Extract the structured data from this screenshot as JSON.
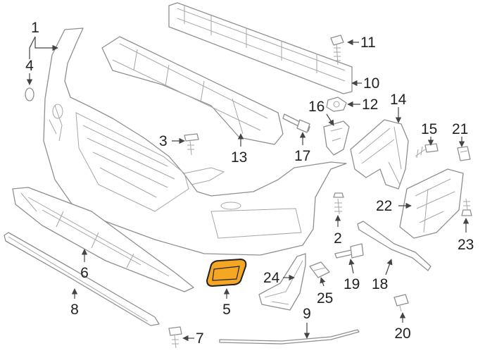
{
  "highlight_color": "#f5a623",
  "callouts": {
    "p1": "1",
    "p2": "2",
    "p3": "3",
    "p4": "4",
    "p5": "5",
    "p6": "6",
    "p7": "7",
    "p8": "8",
    "p9": "9",
    "p10": "10",
    "p11": "11",
    "p12": "12",
    "p13": "13",
    "p14": "14",
    "p15": "15",
    "p16": "16",
    "p17": "17",
    "p18": "18",
    "p19": "19",
    "p20": "20",
    "p21": "21",
    "p22": "22",
    "p23": "23",
    "p24": "24",
    "p25": "25"
  }
}
